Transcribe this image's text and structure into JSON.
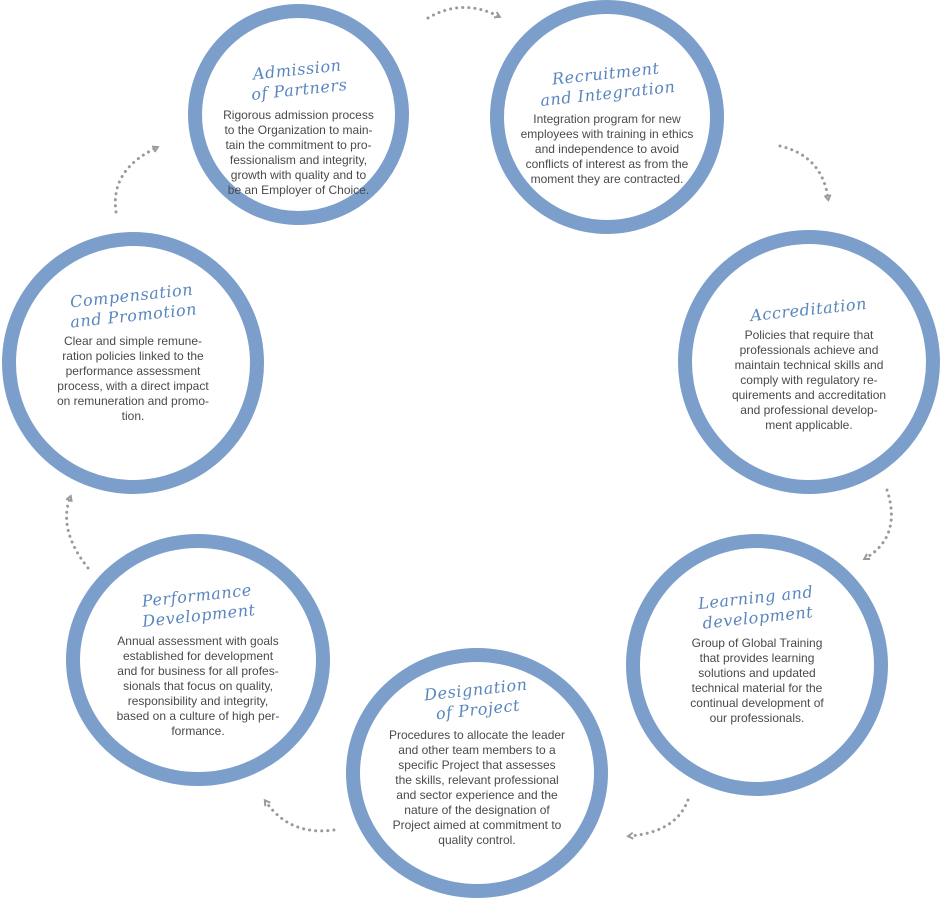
{
  "steps": [
    {
      "title": "Admission\nof Partners",
      "body": "Rigorous admission process\nto the Organization to main-\ntain the commitment to pro-\nfessionalism and integrity,\ngrowth with quality and to\nbe an Employer of Choice."
    },
    {
      "title": "Recruitment\nand Integration",
      "body": "Integration program for new\nemployees with training in ethics\nand independence to avoid\nconflicts of interest as from the\nmoment they are contracted."
    },
    {
      "title": "Accreditation",
      "body": "Policies that require that\nprofessionals achieve and\nmaintain technical skills and\ncomply with regulatory re-\nquirements and accreditation\nand professional develop-\nment applicable."
    },
    {
      "title": "Learning and\ndevelopment",
      "body": "Group of Global Training\nthat provides learning\nsolutions and updated\ntechnical material for the\ncontinual development of\nour professionals."
    },
    {
      "title": "Designation\nof Project",
      "body": "Procedures to allocate the leader\nand other team members to a\nspecific Project that assesses\nthe skills, relevant professional\nand sector experience and the\nnature of the designation of\nProject aimed at commitment to\nquality control."
    },
    {
      "title": "Performance\nDevelopment",
      "body": "Annual assessment with goals\nestablished for development\nand for business for all profes-\nsionals that focus on quality,\nresponsibility and integrity,\nbased on a culture of high per-\nformance."
    },
    {
      "title": "Compensation\nand Promotion",
      "body": "Clear and simple remune-\nration policies linked to the\nperformance assessment\nprocess, with a direct impact\non remuneration and promo-\ntion."
    }
  ],
  "colors": {
    "ring": "#7b9ecb",
    "title": "#5a86be",
    "body_text": "#4a4a4a",
    "arrow": "#9a9a9a"
  }
}
